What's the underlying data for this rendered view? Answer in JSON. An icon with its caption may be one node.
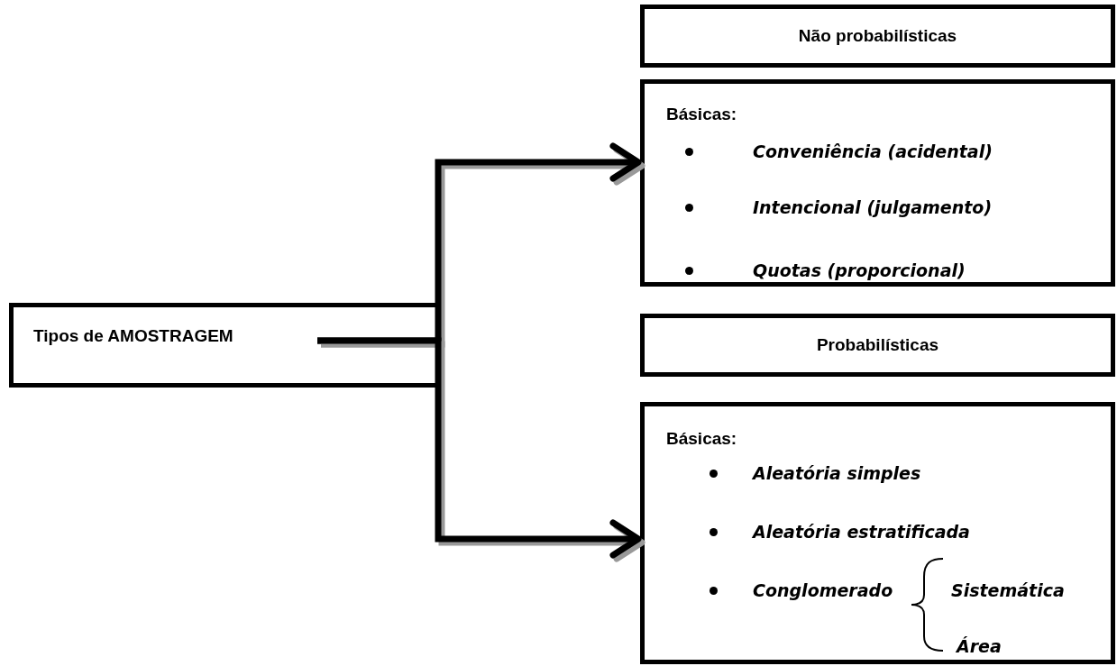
{
  "diagram": {
    "nodes": [
      {
        "text": [
          "Tipos de AMOSTRAGEM"
        ]
      },
      {
        "text": [
          "Não probabilísticas"
        ]
      },
      {
        "text": [
          "Básicas:",
          "Conveniência (acidental)",
          "Intencional (julgamento)",
          "Quotas (proporcional)"
        ]
      },
      {
        "text": [
          "Probabilísticas"
        ]
      },
      {
        "text": [
          "Básicas:",
          "Aleatória simples",
          "Aleatória estratificada",
          "Conglomerado",
          "Sistemática",
          "Área"
        ]
      }
    ],
    "edges": [
      {
        "from": 0,
        "to": 2,
        "arrow": "to"
      },
      {
        "from": 0,
        "to": 4,
        "arrow": "to"
      }
    ]
  }
}
